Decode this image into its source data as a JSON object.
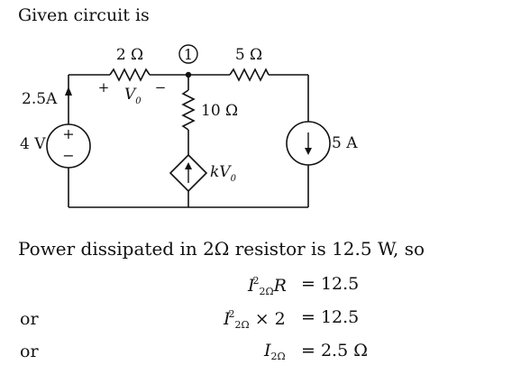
{
  "intro": "Given circuit is",
  "circuit": {
    "node_label": "1",
    "r1_value": "2 Ω",
    "r2_value": "5 Ω",
    "r3_value": "10 Ω",
    "source_current": "2.5A",
    "source_voltage": "4 V",
    "vplus": "+",
    "vminus": "−",
    "v0_label": "V",
    "v0_sub": "0",
    "plus_sign": "+",
    "minus_sign": "−",
    "dep_k": "kV",
    "dep_sub": "0",
    "cs_value": "5 A"
  },
  "paragraph": "Power dissipated in 2Ω resistor is 12.5 W, so",
  "equations": [
    {
      "prefix": "",
      "lhs_I": "I",
      "lhs_sub": "2Ω",
      "lhs_sup": "2",
      "lhs_rest": "R",
      "rhs": "= 12.5"
    },
    {
      "prefix": "or",
      "lhs_I": "I",
      "lhs_sub": "2Ω",
      "lhs_sup": "2",
      "lhs_rest": "× 2",
      "rhs": "= 12.5"
    },
    {
      "prefix": "or",
      "lhs_I": "I",
      "lhs_sub": "2Ω",
      "lhs_sup": "",
      "lhs_rest": "",
      "rhs": "= 2.5 Ω"
    }
  ]
}
